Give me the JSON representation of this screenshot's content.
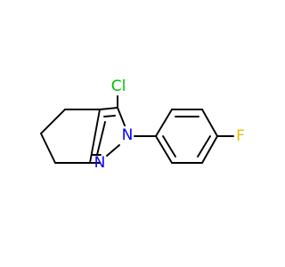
{
  "molecule": {
    "atoms": {
      "cl": {
        "label": "Cl",
        "color": "#00c000"
      },
      "n2": {
        "label": "N",
        "color": "#0000ff"
      },
      "n1": {
        "label": "N",
        "color": "#0000ff"
      },
      "f": {
        "label": "F",
        "color": "#e6c000"
      }
    },
    "bond_color": "#000000",
    "background": "#ffffff"
  }
}
